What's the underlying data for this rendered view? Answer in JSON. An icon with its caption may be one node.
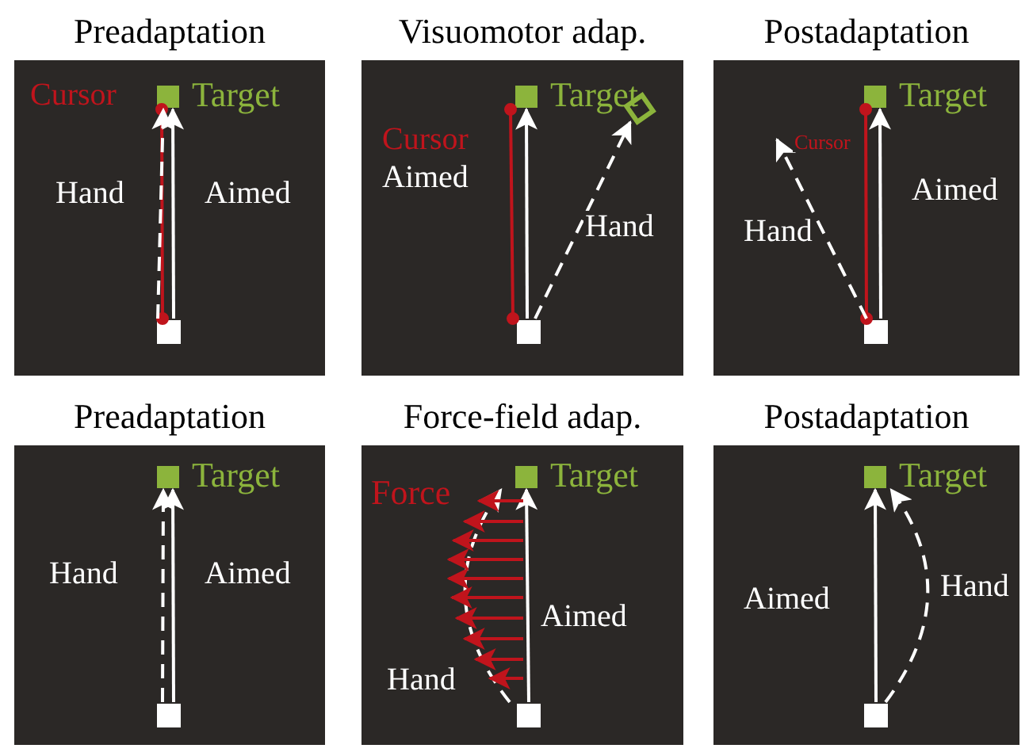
{
  "diagram": {
    "nodes": [
      {
        "text": [
          "Preadaptation"
        ]
      },
      {
        "text": [],
        "shape": "box",
        "in": 0,
        "beside": [
          "Target"
        ]
      },
      {
        "text": [],
        "shape": "box",
        "in": 0
      },
      {
        "text": [
          "Visuomotor adap."
        ]
      },
      {
        "text": [],
        "shape": "box",
        "in": 3,
        "beside": [
          "Target"
        ]
      },
      {
        "text": [],
        "shape": "box",
        "in": 3
      },
      {
        "text": [],
        "shape": "box",
        "in": 3
      },
      {
        "text": [
          "Postadaptation"
        ]
      },
      {
        "text": [],
        "shape": "box",
        "in": 7,
        "beside": [
          "Target"
        ]
      },
      {
        "text": [],
        "shape": "box",
        "in": 7
      },
      {
        "text": [
          "Preadaptation"
        ]
      },
      {
        "text": [],
        "shape": "box",
        "in": 10,
        "beside": [
          "Target"
        ]
      },
      {
        "text": [],
        "shape": "box",
        "in": 10
      },
      {
        "text": [
          "Force-field adap."
        ]
      },
      {
        "text": [],
        "shape": "box",
        "in": 13,
        "beside": [
          "Target"
        ]
      },
      {
        "text": [],
        "shape": "box",
        "in": 13
      },
      {
        "text": [
          "Postadaptation"
        ]
      },
      {
        "text": [],
        "shape": "box",
        "in": 16,
        "beside": [
          "Target"
        ]
      },
      {
        "text": [],
        "shape": "box",
        "in": 16
      }
    ],
    "edges": [
      {
        "from": 2,
        "to": 1,
        "arrow": "other",
        "label": "Cursor",
        "color": "#c0141c"
      },
      {
        "from": 2,
        "to": 1,
        "arrow": "to",
        "label": "Hand",
        "style": "dashed"
      },
      {
        "from": 2,
        "to": 1,
        "arrow": "to",
        "label": "Aimed"
      },
      {
        "from": 6,
        "to": 4,
        "arrow": "other",
        "label": "Cursor",
        "color": "#c0141c"
      },
      {
        "from": 6,
        "to": 4,
        "arrow": "to",
        "label": "Aimed"
      },
      {
        "from": 6,
        "to": 5,
        "arrow": "to",
        "label": "Hand",
        "style": "dashed"
      },
      {
        "from": 9,
        "to": 8,
        "arrow": "other",
        "label": "Cursor",
        "color": "#c0141c"
      },
      {
        "from": 9,
        "to": 8,
        "arrow": "to",
        "label": "Aimed"
      },
      {
        "from": 9,
        "to": null,
        "arrow": "to",
        "label": "Hand",
        "style": "dashed"
      },
      {
        "from": 12,
        "to": 11,
        "arrow": "to",
        "label": "Hand",
        "style": "dashed"
      },
      {
        "from": 12,
        "to": 11,
        "arrow": "to",
        "label": "Aimed"
      },
      {
        "from": 15,
        "to": 14,
        "arrow": "to",
        "label": "Aimed"
      },
      {
        "from": 15,
        "to": 14,
        "arrow": "to",
        "label": "Hand",
        "style": "dashed"
      },
      {
        "from": 18,
        "to": 17,
        "arrow": "to",
        "label": "Aimed"
      },
      {
        "from": 18,
        "to": 17,
        "arrow": "to",
        "label": "Hand",
        "style": "dashed"
      }
    ],
    "labels": [
      "Force"
    ]
  }
}
